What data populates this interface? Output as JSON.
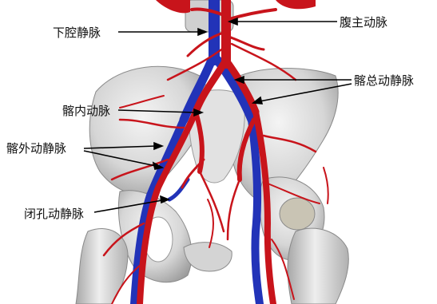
{
  "figure": {
    "labels": {
      "ivc": "下腔静脉",
      "abdominal_aorta": "腹主动脉",
      "common_iliac": "髂总动静脉",
      "internal_iliac_artery": "髂内动脉",
      "external_iliac": "髂外动静脉",
      "obturator": "闭孔动静脉"
    },
    "colors": {
      "artery": "#c8141b",
      "vein": "#2233b8",
      "bone": "#dcdcdc",
      "bone_shadow": "#9a9a9a",
      "label_line": "#000000"
    }
  }
}
